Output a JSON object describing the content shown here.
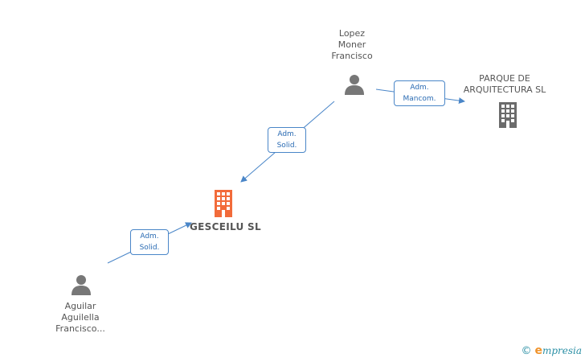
{
  "nodes": {
    "lopez": {
      "label": "Lopez\nMoner\nFrancisco",
      "icon": "person-icon"
    },
    "parque": {
      "label": "PARQUE DE\nARQUITECTURA SL",
      "icon": "building-icon"
    },
    "gesceilu": {
      "label": "GESCEILU SL",
      "icon": "building-icon"
    },
    "aguilar": {
      "label": "Aguilar\nAguilella\nFrancisco...",
      "icon": "person-icon"
    }
  },
  "edges": {
    "lopez_to_parque": "Adm.\nMancom.",
    "lopez_to_gesceilu": "Adm.\nSolid.",
    "aguilar_to_gesceilu": "Adm.\nSolid."
  },
  "footer": {
    "copyright": "©",
    "brand_initial": "e",
    "brand_rest": "mpresia"
  },
  "colors": {
    "edge": "#4a86c8",
    "person": "#777777",
    "company_gray": "#6b6b6b",
    "company_focus": "#f26b3a"
  }
}
